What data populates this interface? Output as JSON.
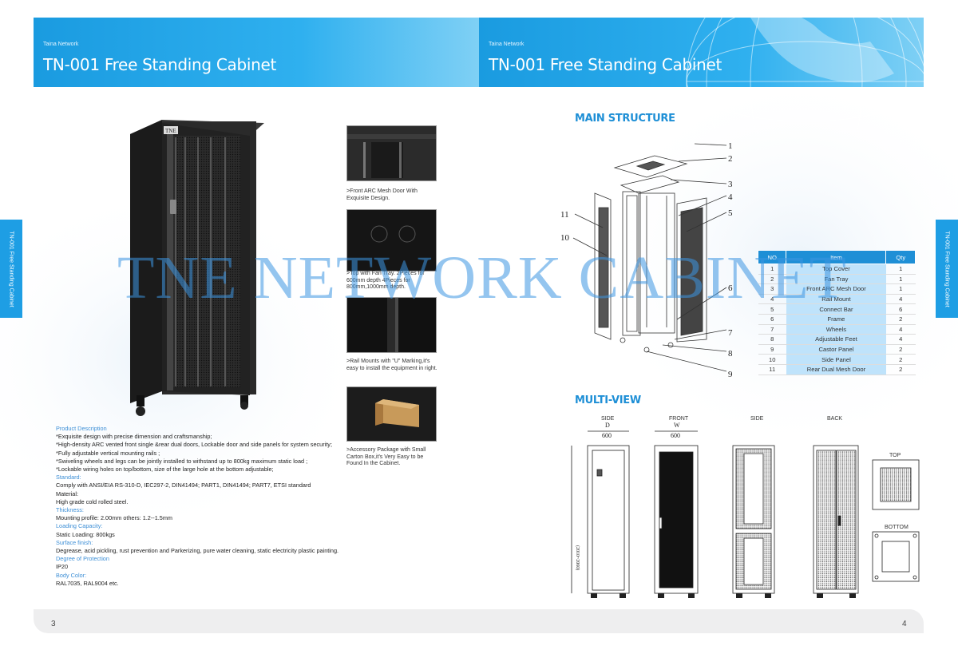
{
  "header": {
    "brand": "Taina Network",
    "title": "TN-001 Free Standing Cabinet"
  },
  "side_tab": "TN-001 Free Standing Cabinet",
  "pages": {
    "left": "3",
    "right": "4"
  },
  "cabinet_logo": "TNE",
  "captions": [
    ">Front ARC Mesh Door With Exquisite Design.",
    ">Top with Fan Tray. 2Pieces for 600mm depth 4Pieces for 800mm,1000mm depth.",
    ">Rail Mounts with \"U\" Marking,it's easy to install the equipment in right.",
    ">Accessory Package with Small Carton Box,it's Very Easy to be Found In the Cabinet."
  ],
  "spec": {
    "product_description_h": "Product Description",
    "lines": [
      "*Exquisite design with precise dimension and craftsmanship;",
      "*High-density ARC vented front single &rear dual doors, Lockable door and side panels for system security;",
      "*Fully adjustable vertical mounting rails ;",
      "*Swiveling wheels and legs can be jointly installed to withstand up to 800kg maximum static load ;",
      "*Lockable wiring holes on top/bottom, size of the large hole at the bottom adjustable;"
    ],
    "standard_h": "Standard:",
    "standard": "Comply with ANSI/EIA RS-310-D, IEC297-2, DIN41494; PART1, DIN41494; PART7, ETSI standard",
    "material_h": "Material:",
    "material": "High grade cold rolled steel.",
    "thickness_h": "Thickness:",
    "thickness": "Mounting profile: 2.00mm others: 1.2--1.5mm",
    "loading_h": "Loading Capacity:",
    "loading": "Static Loading: 800kgs",
    "surface_h": "Surface finish:",
    "surface": "Degrease, acid pickling, rust prevention and Parkerizing, pure water cleaning, static electricity plastic painting.",
    "protection_h": "Degree of Protection",
    "protection": "IP20",
    "color_h": "Body Color:",
    "color": "RAL7035, RAL9004 etc."
  },
  "main_structure": {
    "title": "MAIN STRUCTURE",
    "callouts": [
      "1",
      "2",
      "3",
      "4",
      "5",
      "6",
      "7",
      "8",
      "9",
      "10",
      "11"
    ],
    "table": {
      "headers": [
        "NO",
        "Item",
        "Qty"
      ],
      "rows": [
        [
          "1",
          "Top Cover",
          "1"
        ],
        [
          "2",
          "Fan Tray",
          "1"
        ],
        [
          "3",
          "Front ARC Mesh Door",
          "1"
        ],
        [
          "4",
          "Rail Mount",
          "4"
        ],
        [
          "5",
          "Connect Bar",
          "6"
        ],
        [
          "6",
          "Frame",
          "2"
        ],
        [
          "7",
          "Wheels",
          "4"
        ],
        [
          "8",
          "Adjustable Feet",
          "4"
        ],
        [
          "9",
          "Castor Panel",
          "2"
        ],
        [
          "10",
          "Side Panel",
          "2"
        ],
        [
          "11",
          "Rear Dual Mesh Door",
          "2"
        ]
      ]
    }
  },
  "multi_view": {
    "title": "MULTI-VIEW",
    "labels": {
      "side1": "SIDE",
      "front": "FRONT",
      "side2": "SIDE",
      "back": "BACK",
      "top": "TOP",
      "bottom": "BOTTOM"
    },
    "dim_d": "D",
    "dim_w": "W",
    "dim_600": "600",
    "dim_height": "(2010~2060)"
  },
  "watermark": "TNE NETWORK CABINET"
}
